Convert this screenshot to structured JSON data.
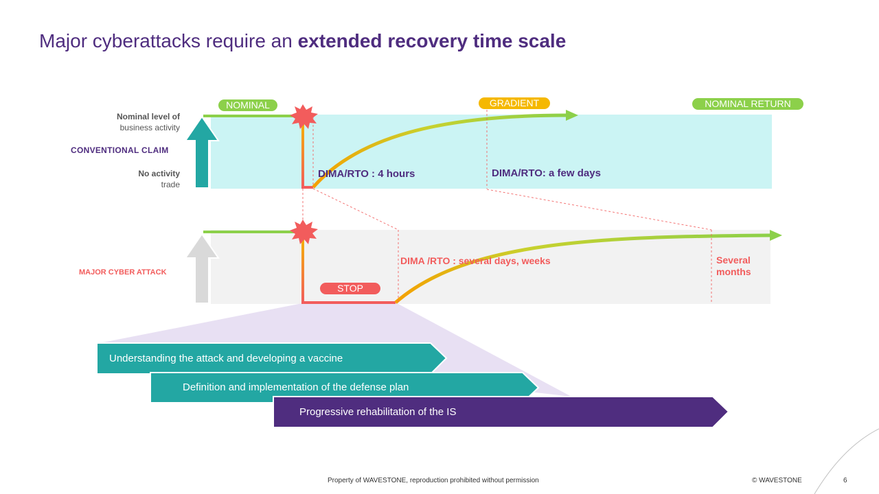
{
  "slide": {
    "title_regular": "Major cyberattacks require an ",
    "title_bold": "extended recovery time scale"
  },
  "axis_labels": {
    "nominal_level_line1": "Nominal level of",
    "nominal_level_line2": "business activity",
    "conventional_claim": "CONVENTIONAL CLAIM",
    "no_activity_line1": "No activity",
    "no_activity_line2": "trade",
    "major_cyber_attack": "MAJOR CYBER ATTACK"
  },
  "phases": {
    "nominal": "NOMINAL",
    "gradient": "GRADIENT",
    "nominal_return": "NOMINAL RETURN",
    "stop": "STOP"
  },
  "annotations": {
    "rto_4h": "DIMA/RTO : 4 hours",
    "rto_few_days": "DIMA/RTO: a few days",
    "rto_weeks": "DIMA /RTO : several days, weeks",
    "several_months_line1": "Several",
    "several_months_line2": "months"
  },
  "steps": [
    {
      "label": "Understanding the attack and developing a vaccine"
    },
    {
      "label": "Definition and implementation of the defense plan"
    },
    {
      "label": "Progressive rehabilitation of the IS"
    }
  ],
  "footer": {
    "property": "Property of WAVESTONE, reproduction prohibited without permission",
    "copyright": "© WAVESTONE",
    "page_number": "6"
  },
  "colors": {
    "brand_purple": "#4f2d7f",
    "teal": "#23a7a3",
    "light_cyan": "#cbf4f4",
    "light_grey": "#f2f2f2",
    "green": "#8cd04a",
    "orange": "#f5b800",
    "red": "#f25c5c"
  }
}
